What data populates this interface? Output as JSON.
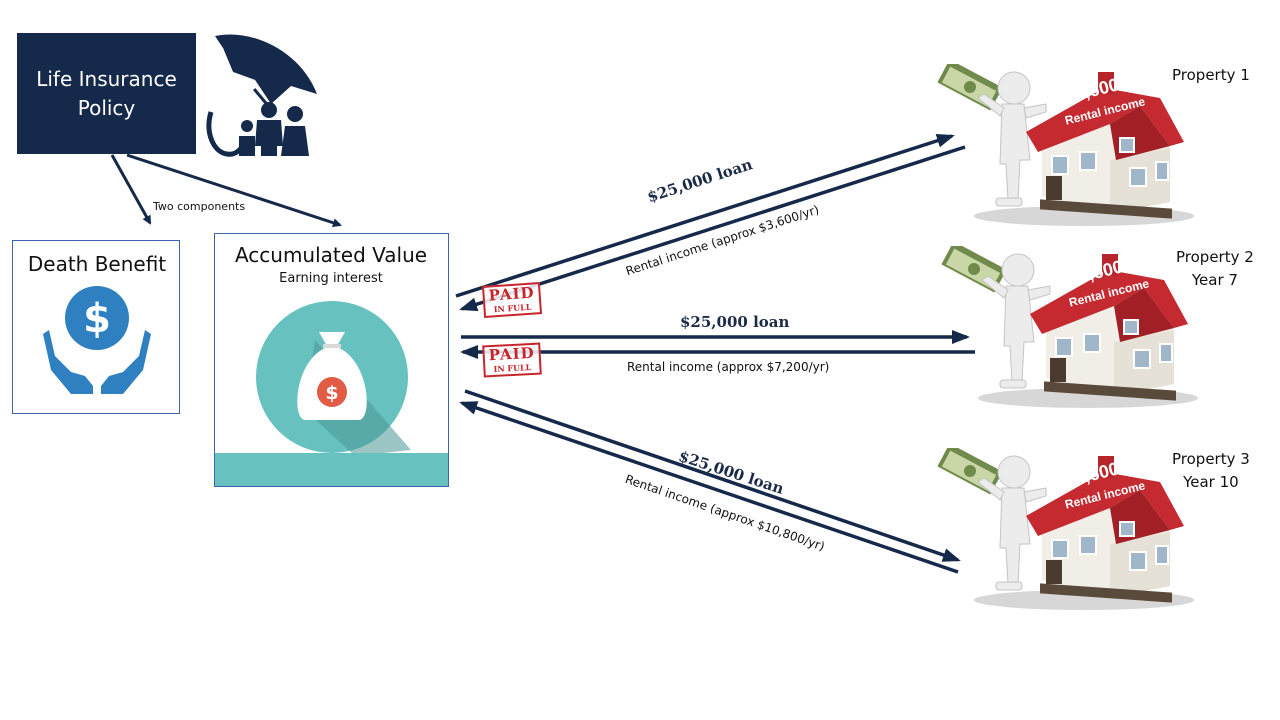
{
  "policy": {
    "line1": "Life Insurance",
    "line2": "Policy"
  },
  "two_components": "Two components",
  "death_benefit": {
    "title": "Death Benefit"
  },
  "accumulated_value": {
    "title": "Accumulated Value",
    "subtitle": "Earning interest"
  },
  "flows": [
    {
      "loan": "$25,000 loan",
      "rental": "Rental income (approx $3,600/yr)",
      "stamp_top": "PAID",
      "stamp_bottom": "IN FULL"
    },
    {
      "loan": "$25,000 loan",
      "rental": "Rental income (approx $7,200/yr)",
      "stamp_top": "PAID",
      "stamp_bottom": "IN FULL"
    },
    {
      "loan": "$25,000 loan",
      "rental": "Rental income (approx $10,800/yr)"
    }
  ],
  "properties": [
    {
      "name": "Property 1",
      "sub": "",
      "roof_amount": "$3,600/yr",
      "roof_label": "Rental income"
    },
    {
      "name": "Property 2",
      "sub": "Year 7",
      "roof_amount": "$3,600/yr",
      "roof_label": "Rental income"
    },
    {
      "name": "Property 3",
      "sub": "Year 10",
      "roof_amount": "$3,600/yr",
      "roof_label": "Rental income"
    }
  ],
  "colors": {
    "navy": "#15294a",
    "teal": "#66c1bf",
    "blue": "#2f80c0",
    "red_roof": "#c42a2f",
    "stamp_red": "#c8242c"
  },
  "icons": [
    "umbrella-family-icon",
    "hands-dollar-icon",
    "money-bag-icon",
    "house-icon",
    "person-figure-icon",
    "cash-bundle-icon"
  ]
}
